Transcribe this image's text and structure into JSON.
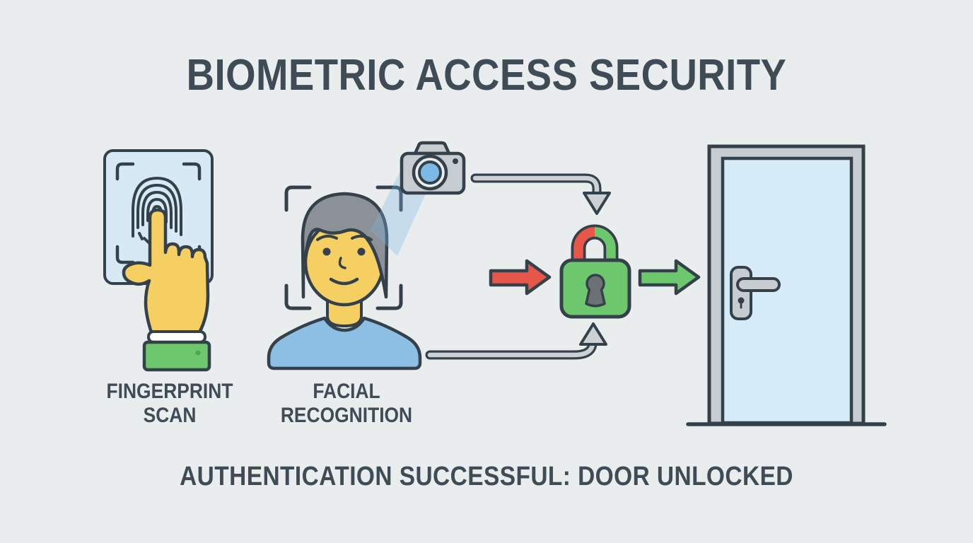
{
  "title": "BIOMETRIC ACCESS SECURITY",
  "status_text": "AUTHENTICATION SUCCESSFUL: DOOR UNLOCKED",
  "methods": [
    {
      "id": "fingerprint-scan",
      "label_line1": "FINGERPRINT",
      "label_line2": "SCAN"
    },
    {
      "id": "facial-recognition",
      "label_line1": "FACIAL",
      "label_line2": "RECOGNITION"
    }
  ],
  "flow": {
    "inputs": [
      "fingerprint-scan",
      "facial-recognition"
    ],
    "gate": "padlock",
    "result": "door-unlocked"
  },
  "icons": [
    "fingerprint-scanner-icon",
    "hand-touch-icon",
    "face-scan-frame-icon",
    "person-face-icon",
    "camera-icon",
    "scan-beam-icon",
    "flow-arrow-top-icon",
    "flow-arrow-bottom-icon",
    "red-arrow-icon",
    "green-arrow-icon",
    "padlock-icon",
    "door-icon"
  ],
  "colors": {
    "bg": "#e9edee",
    "outline": "#35414a",
    "text": "#3f4c55",
    "panel_blue": "#d6e9f5",
    "skin_yellow": "#f6cf63",
    "hair_gray": "#8b9196",
    "shirt_blue": "#8cbfe3",
    "accent_green": "#6dc76d",
    "sleeve_dot_green": "#4fa353",
    "denied_red": "#e6574a",
    "device_gray": "#c7ccd0",
    "lens_ring": "#e9eced",
    "lens_blue": "#7cb9e4",
    "door_blue": "#d6ebf8",
    "flow_gray": "#ccd1d5",
    "cuff_white": "#ffffff",
    "keyhole_gray": "#6b7175"
  }
}
